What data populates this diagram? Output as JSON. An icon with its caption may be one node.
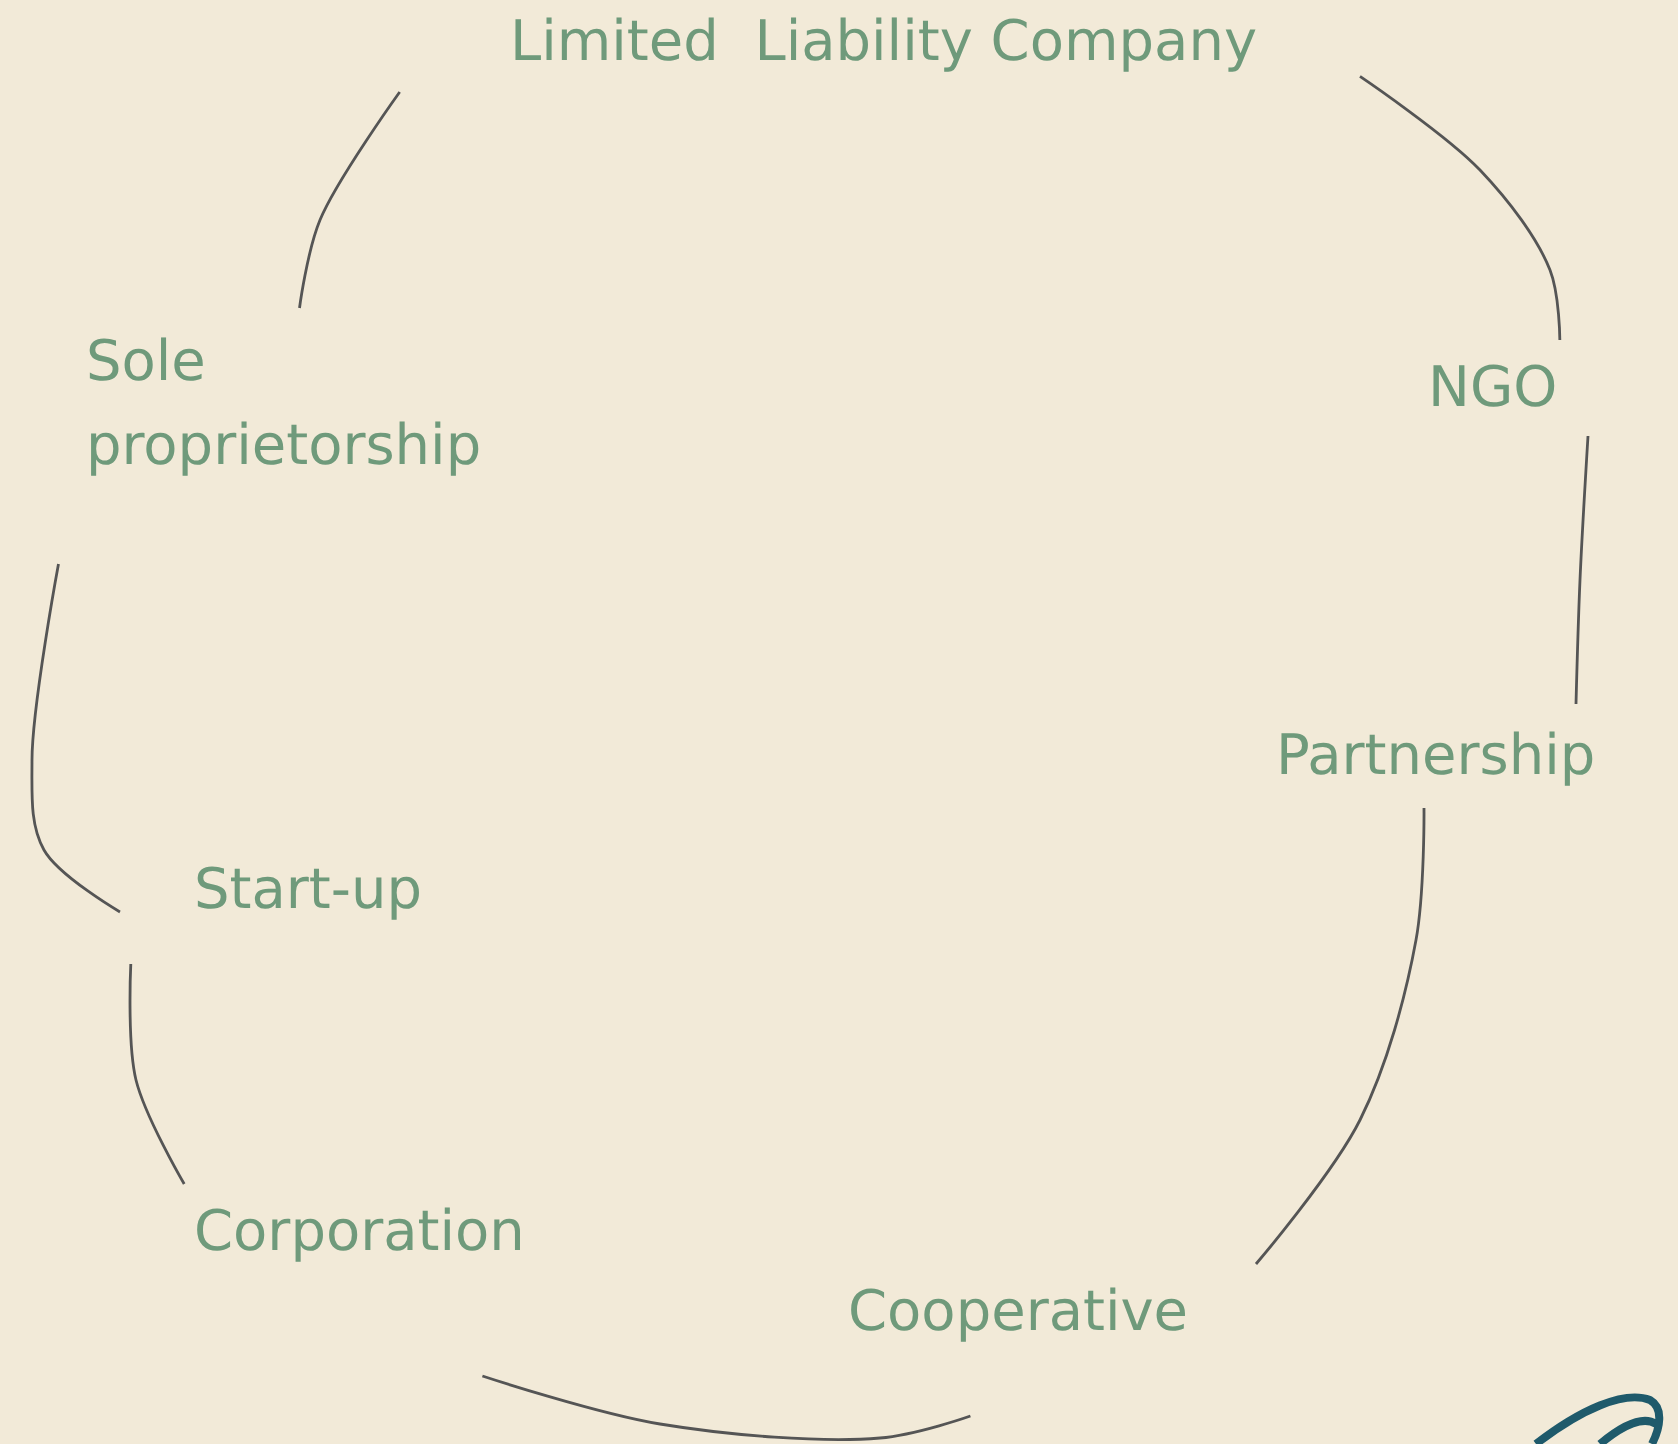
{
  "diagram": {
    "nodes": [
      {
        "text": [
          "Limited  Liability Company"
        ]
      },
      {
        "text": [
          "NGO"
        ]
      },
      {
        "text": [
          "Partnership"
        ]
      },
      {
        "text": [
          "Cooperative"
        ]
      },
      {
        "text": [
          "Corporation"
        ]
      },
      {
        "text": [
          "Start-up"
        ]
      },
      {
        "text": [
          "Sole proprietorship"
        ]
      }
    ],
    "edges": [
      {
        "from": 0,
        "to": 1,
        "arrow": "none"
      },
      {
        "from": 1,
        "to": 2,
        "arrow": "none"
      },
      {
        "from": 2,
        "to": 3,
        "arrow": "none"
      },
      {
        "from": 3,
        "to": 4,
        "arrow": "none"
      },
      {
        "from": 4,
        "to": 5,
        "arrow": "none"
      },
      {
        "from": 5,
        "to": 6,
        "arrow": "none"
      },
      {
        "from": 6,
        "to": 0,
        "arrow": "none"
      }
    ]
  }
}
